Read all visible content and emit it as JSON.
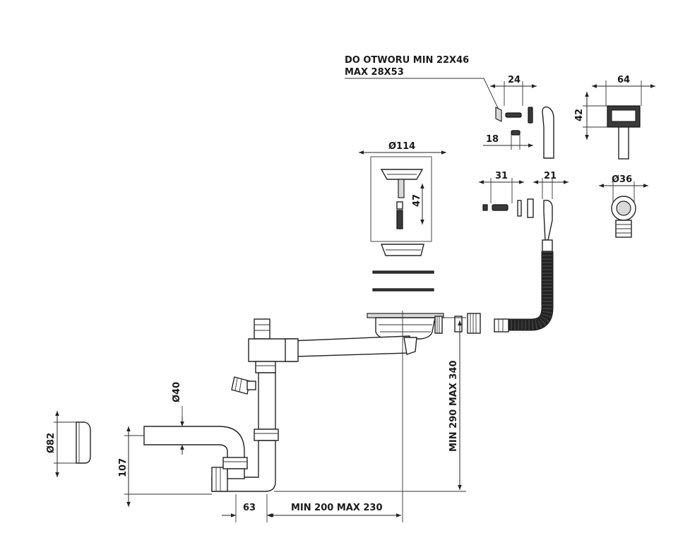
{
  "callout": {
    "line1": "DO OTWORU MIN 22X46",
    "line2": "MAX 28X53"
  },
  "dimensions": {
    "overflow_width": "24",
    "overflow_screw": "18",
    "overflow_box_width": "64",
    "overflow_box_height": "42",
    "basket_diameter": "Ø114",
    "basket_depth": "47",
    "connector_length": "31",
    "connector_width": "21",
    "connector_diameter": "Ø36",
    "pipe_diameter": "Ø40",
    "cap_diameter": "Ø82",
    "trap_height": "107",
    "trap_offset": "63",
    "horizontal_range": "MIN 200 MAX 230",
    "vertical_range": "MIN 290 MAX 340"
  }
}
